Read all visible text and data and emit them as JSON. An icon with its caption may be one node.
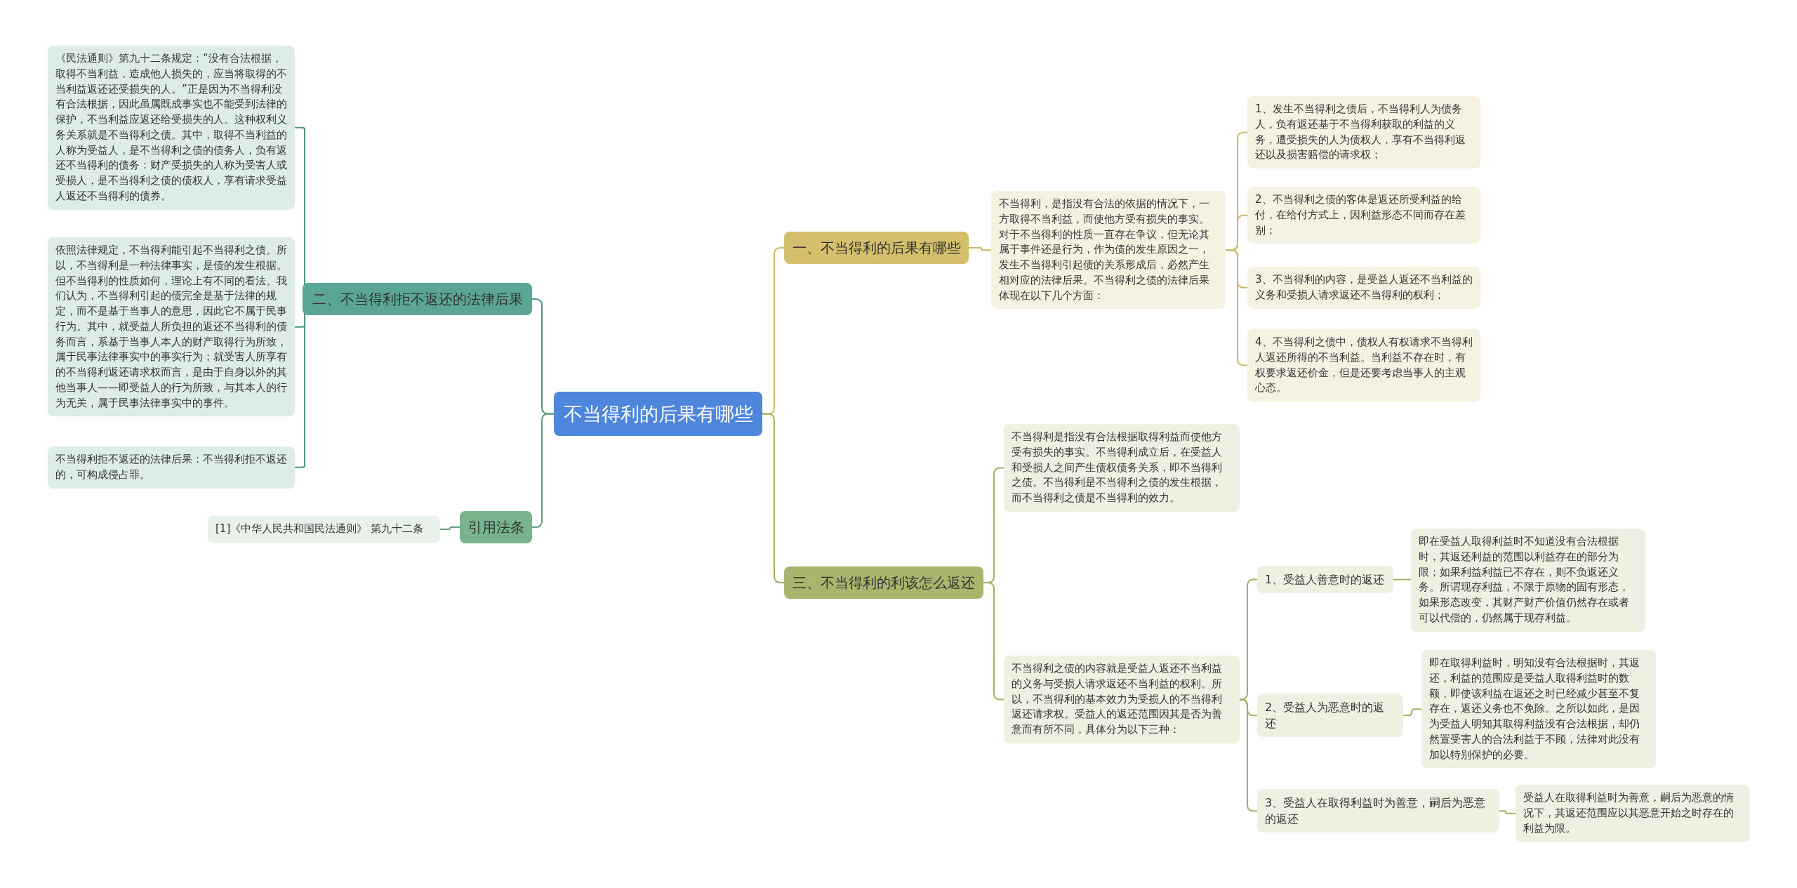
{
  "diagram": {
    "nodes": [
      {
        "text": [
          "不当得利的后果有哪些"
        ]
      },
      {
        "text": [
          "一、不当得利的后果有哪些"
        ]
      },
      {
        "text": [
          "不当得利，是指没有合法的依据的情况下，一方取得不当利益，而使他方受有损失的事实。对于不当得利的性质一直存在争议，但无论其属于事件还是行为，作为债的发生原因之一，发生不当得利引起债的关系形成后，必然产生相对应的法律后果。不当得利之债的法律后果体现在以下几个方面："
        ]
      },
      {
        "text": [
          "1、发生不当得利之债后，不当得利人为债务人，负有返还基于不当得利获取的利益的义务，遭受损失的人为债权人，享有不当得利返还以及损害赔偿的请求权；"
        ]
      },
      {
        "text": [
          "2、不当得利之债的客体是返还所受利益的给付，在给付方式上，因利益形态不同而存在差别；"
        ]
      },
      {
        "text": [
          "3、不当得利的内容，是受益人返还不当利益的义务和受损人请求返还不当得利的权利；"
        ]
      },
      {
        "text": [
          "4、不当得利之债中，债权人有权请求不当得利人返还所得的不当利益。当利益不存在时，有权要求返还价金，但是还要考虑当事人的主观心态。"
        ]
      },
      {
        "text": [
          "三、不当得利的利该怎么返还"
        ]
      },
      {
        "text": [
          "不当得利是指没有合法根据取得利益而使他方受有损失的事实。不当得利成立后，在受益人和受损人之间产生债权债务关系，即不当得利之债。不当得利是不当得利之债的发生根据，而不当得利之债是不当得利的效力。"
        ]
      },
      {
        "text": [
          "不当得利之债的内容就是受益人返还不当利益的义务与受损人请求返还不当利益的权利。所以，不当得利的基本效力为受损人的不当得利返还请求权。受益人的返还范围因其是否为善意而有所不同，具体分为以下三种："
        ]
      },
      {
        "text": [
          "1、受益人善意时的返还"
        ]
      },
      {
        "text": [
          "即在受益人取得利益时不知道没有合法根据时，其返还利益的范围以利益存在的部分为限；如果利益利益已不存在，则不负返还义务。所谓现存利益，不限于原物的固有形态，如果形态改变，其财产财产价值仍然存在或者可以代偿的，仍然属于现存利益。"
        ]
      },
      {
        "text": [
          "2、受益人为恶意时的返还"
        ]
      },
      {
        "text": [
          "即在取得利益时，明知没有合法根据时，其返还，利益的范围应是受益人取得利益时的数额，即使该利益在返还之时已经减少甚至不复存在，返还义务也不免除。之所以如此，是因为受益人明知其取得利益没有合法根据，却仍然置受害人的合法利益于不顾，法律对此没有加以特别保护的必要。"
        ]
      },
      {
        "text": [
          "3、受益人在取得利益时为善意，嗣后为恶意的返还"
        ]
      },
      {
        "text": [
          "受益人在取得利益时为善意，嗣后为恶意的情况下，其返还范围应以其恶意开始之时存在的利益为限。"
        ]
      },
      {
        "text": [
          "二、不当得利拒不返还的法律后果"
        ]
      },
      {
        "text": [
          "《民法通则》第九十二条规定：“没有合法根据，取得不当利益，造成他人损失的，应当将取得的不当利益返还还受损失的人。”正是因为不当得利没有合法根据，因此虽属既成事实也不能受到法律的保护，不当利益应返还给受损失的人。这种权利义务关系就是不当得利之债。其中，取得不当利益的人称为受益人，是不当得利之债的债务人，负有返还不当得利的债务：财产受损失的人称为受害人或受损人，是不当得利之债的债权人，享有请求受益人返还不当得利的债券。"
        ]
      },
      {
        "text": [
          "依照法律规定，不当得利能引起不当得利之债。所以，不当得利是一种法律事实，是债的发生根据。但不当得利的性质如何，理论上有不同的看法。我们认为，不当得利引起的债完全是基于法律的规定，而不是基于当事人的意思，因此它不属于民事行为。其中，就受益人所负担的返还不当得利的债务而言，系基于当事人本人的财产取得行为所致，属于民事法律事实中的事实行为；就受害人所享有的不当得利返还请求权而言，是由于自身以外的其他当事人——即受益人的行为所致，与其本人的行为无关，属于民事法律事实中的事件。"
        ]
      },
      {
        "text": [
          "不当得利拒不返还的法律后果：不当得利拒不返还的，可构成侵占罪。"
        ]
      },
      {
        "text": [
          "引用法条"
        ]
      },
      {
        "text": [
          "[1]《中华人民共和国民法通则》 第九十二条"
        ]
      }
    ],
    "edges": [
      {
        "from": 0,
        "to": 1,
        "arrow": "none",
        "color": "#cfb865"
      },
      {
        "from": 1,
        "to": 2,
        "arrow": "none",
        "color": "#cfb865"
      },
      {
        "from": 2,
        "to": 3,
        "arrow": "none",
        "color": "#cfb865"
      },
      {
        "from": 2,
        "to": 4,
        "arrow": "none",
        "color": "#cfb865"
      },
      {
        "from": 2,
        "to": 5,
        "arrow": "none",
        "color": "#cfb865"
      },
      {
        "from": 2,
        "to": 6,
        "arrow": "none",
        "color": "#cfb865"
      },
      {
        "from": 0,
        "to": 7,
        "arrow": "none"
      },
      {
        "from": 7,
        "to": 8,
        "arrow": "none"
      },
      {
        "from": 7,
        "to": 9,
        "arrow": "none"
      },
      {
        "from": 9,
        "to": 10,
        "arrow": "none"
      },
      {
        "from": 9,
        "to": 12,
        "arrow": "none"
      },
      {
        "from": 9,
        "to": 14,
        "arrow": "none"
      },
      {
        "from": 10,
        "to": 11,
        "arrow": "none"
      },
      {
        "from": 12,
        "to": 13,
        "arrow": "none"
      },
      {
        "from": 14,
        "to": 15,
        "arrow": "none"
      },
      {
        "from": 0,
        "to": 16,
        "arrow": "none",
        "color": "#4e9486"
      },
      {
        "from": 16,
        "to": 17,
        "arrow": "none",
        "color": "#4e9486"
      },
      {
        "from": 16,
        "to": 18,
        "arrow": "none",
        "color": "#4e9486"
      },
      {
        "from": 16,
        "to": 19,
        "arrow": "none",
        "color": "#4e9486"
      },
      {
        "from": 0,
        "to": 20,
        "arrow": "none",
        "color": "#5e9f79"
      },
      {
        "from": 20,
        "to": 21,
        "arrow": "none",
        "color": "#5e9f79"
      }
    ]
  }
}
